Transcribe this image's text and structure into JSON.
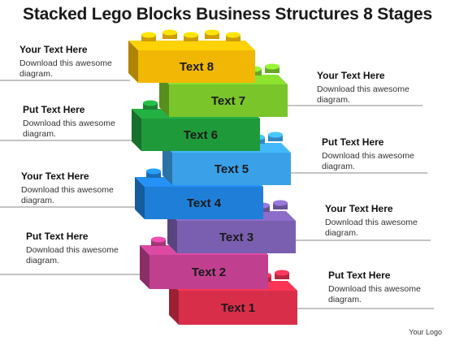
{
  "title": "Stacked Lego Blocks Business Structures 8 Stages",
  "colors": {
    "text8": "#f2b705",
    "text7": "#7ac52a",
    "text6": "#1f9a3a",
    "text5": "#3aa0e8",
    "text4": "#1f7fd8",
    "text3": "#7a5fb0",
    "text2": "#c0408f",
    "text1": "#d92e4a"
  },
  "blocks": [
    {
      "label": "Text 8"
    },
    {
      "label": "Text 7"
    },
    {
      "label": "Text 6"
    },
    {
      "label": "Text 5"
    },
    {
      "label": "Text 4"
    },
    {
      "label": "Text 3"
    },
    {
      "label": "Text 2"
    },
    {
      "label": "Text 1"
    }
  ],
  "annotations": {
    "left": [
      {
        "heading": "Your Text Here",
        "body": "Download this awesome diagram."
      },
      {
        "heading": "Put Text Here",
        "body": "Download this awesome diagram."
      },
      {
        "heading": "Your Text Here",
        "body": "Download this awesome diagram."
      },
      {
        "heading": "Put Text Here",
        "body": "Download this awesome diagram."
      }
    ],
    "right": [
      {
        "heading": "Your Text Here",
        "body": "Download this awesome diagram."
      },
      {
        "heading": "Put Text Here",
        "body": "Download this awesome diagram."
      },
      {
        "heading": "Your Text Here",
        "body": "Download this awesome diagram."
      },
      {
        "heading": "Put Text Here",
        "body": "Download this awesome diagram."
      }
    ]
  },
  "footer": "Your Logo"
}
